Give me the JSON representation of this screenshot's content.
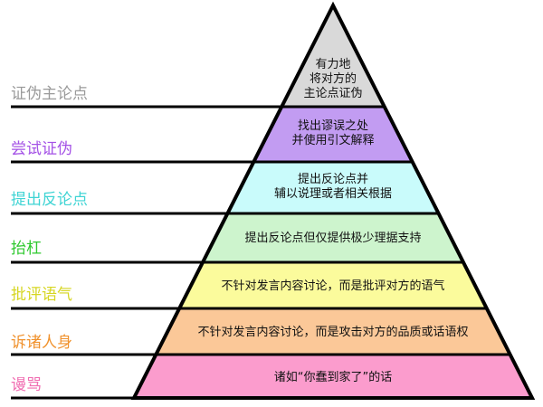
{
  "diagram": {
    "title": "",
    "type": "pyramid",
    "levels": [
      {
        "label": "证伪主论点",
        "description": [
          "有力地",
          "将对方的",
          "主论点证伪"
        ],
        "fill": "#d9d9d9",
        "label_color": "#9a9a9a"
      },
      {
        "label": "尝试证伪",
        "description": [
          "找出谬误之处",
          "并使用引文解释"
        ],
        "fill": "#c29cf2",
        "label_color": "#a452e6"
      },
      {
        "label": "提出反论点",
        "description": [
          "提出反论点并",
          "辅以说理或者相关根据"
        ],
        "fill": "#c9fbfb",
        "label_color": "#3fd4d4"
      },
      {
        "label": "抬杠",
        "description": [
          "提出反论点但仅提供极少理据支持"
        ],
        "fill": "#cdf4cd",
        "label_color": "#2fc92f"
      },
      {
        "label": "批评语气",
        "description": [
          "不针对发言内容讨论，而是批评对方的语气"
        ],
        "fill": "#fbfb9c",
        "label_color": "#d6d622"
      },
      {
        "label": "诉诸人身",
        "description": [
          "不针对发言内容讨论，而是攻击对方的品质或话语权"
        ],
        "fill": "#fbc898",
        "label_color": "#f0922e"
      },
      {
        "label": "谩骂",
        "description": [
          "诸如“你蠢到家了”的话"
        ],
        "fill": "#fb9ccd",
        "label_color": "#f06eb2"
      }
    ]
  }
}
